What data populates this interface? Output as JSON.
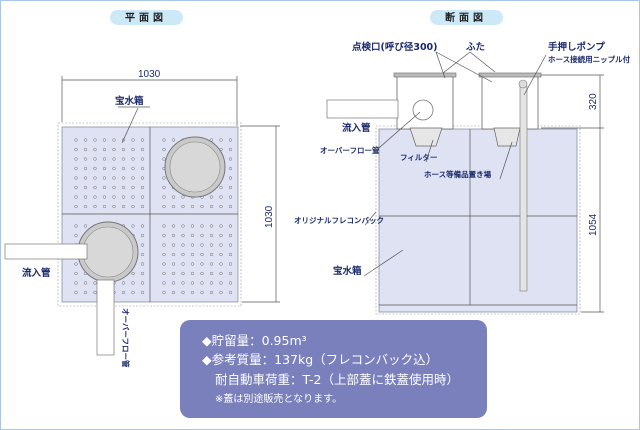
{
  "plan_view": {
    "title": "平面図",
    "width_dim": "1030",
    "depth_dim": "1030",
    "tank_label": "宝水箱",
    "inflow_label": "流入管",
    "overflow_label": "オーバーフロー管"
  },
  "section_view": {
    "title": "断面図",
    "inspection_label": "点検口(呼び径300)",
    "lid_label": "ふた",
    "pump_label": "手押しポンプ",
    "pump_note": "ホース接続用ニップル付",
    "inflow_label": "流入管",
    "overflow_label": "オーバーフロー管",
    "filter_label": "フィルター",
    "storage_label": "ホース等備品置き場",
    "bag_label": "オリジナルフレコンバック",
    "tank_label": "宝水箱",
    "top_dim": "320",
    "body_dim": "1054"
  },
  "specs": {
    "capacity": "◆貯留量：0.95m³",
    "weight": "◆参考質量：137kg（フレコンバック込）",
    "load": "耐自動車荷重：T-2（上部蓋に鉄蓋使用時）",
    "note": "※蓋は別途販売となります。"
  },
  "colors": {
    "info_bg": "#7a80bc",
    "tank_fill": "#dfe2f2",
    "title_pill": "#cde9f8",
    "label_text": "#1a2a6c"
  }
}
